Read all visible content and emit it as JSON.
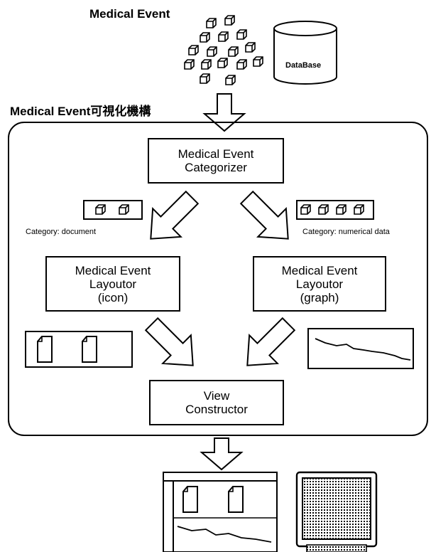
{
  "header": {
    "event_label": "Medical Event",
    "database_label": "DataBase",
    "mechanism_title": "Medical Event可視化機構"
  },
  "categorizer": {
    "line1": "Medical Event",
    "line2": "Categorizer"
  },
  "categories": {
    "document_label": "Category: document",
    "numerical_label": "Category: numerical data"
  },
  "layoutor_icon": {
    "line1": "Medical Event",
    "line2": "Layoutor",
    "line3": "(icon)"
  },
  "layoutor_graph": {
    "line1": "Medical Event",
    "line2": "Layoutor",
    "line3": "(graph)"
  },
  "constructor": {
    "line1": "View",
    "line2": "Constructor"
  },
  "icons": {
    "event": "cube-icon",
    "database": "database-icon",
    "document": "document-icon",
    "monitor": "monitor-icon"
  }
}
